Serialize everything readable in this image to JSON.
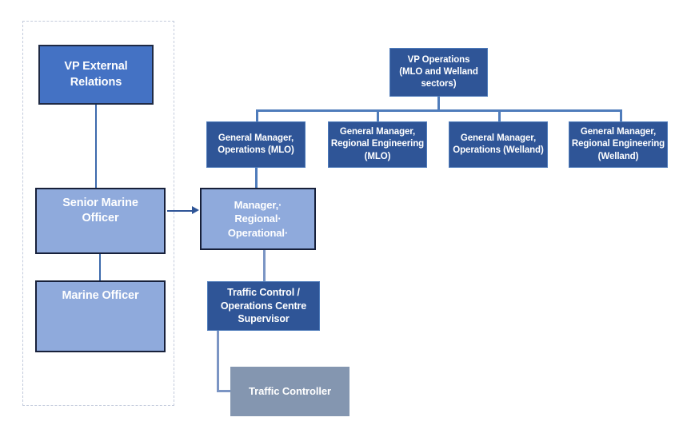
{
  "chart_type": "org-chart",
  "colors": {
    "node_mid_blue": "#4472C4",
    "node_light_blue": "#8FAADC",
    "node_dark_blue": "#2F5597",
    "node_gray_blue": "#8496B0",
    "connector": "#3D6AAC",
    "group_border": "#C3CBDC",
    "text": "#FFFFFF"
  },
  "external_relations_group": {
    "nodes": [
      {
        "id": "vp-external-relations",
        "label": "VP External\nRelations"
      },
      {
        "id": "senior-marine-officer",
        "label": "Senior Marine\nOfficer"
      },
      {
        "id": "marine-officer",
        "label": "Marine Officer"
      }
    ]
  },
  "operations_branch": {
    "top": {
      "id": "vp-operations",
      "label": "VP Operations\n(MLO and Welland\nsectors)"
    },
    "general_managers": [
      {
        "id": "gm-operations-mlo",
        "label": "General Manager,\nOperations (MLO)"
      },
      {
        "id": "gm-regional-engineering-mlo",
        "label": "General Manager,\nRegional Engineering\n(MLO)"
      },
      {
        "id": "gm-operations-welland",
        "label": "General Manager,\nOperations (Welland)"
      },
      {
        "id": "gm-regional-engineering-welland",
        "label": "General Manager,\nRegional Engineering\n(Welland)"
      }
    ],
    "sub_nodes": [
      {
        "id": "manager-regional-operational",
        "label": "Manager,·\nRegional·\nOperational·"
      },
      {
        "id": "traffic-control-supervisor",
        "label": "Traffic Control /\nOperations Centre\nSupervisor"
      },
      {
        "id": "traffic-controller",
        "label": "Traffic Controller"
      }
    ]
  }
}
